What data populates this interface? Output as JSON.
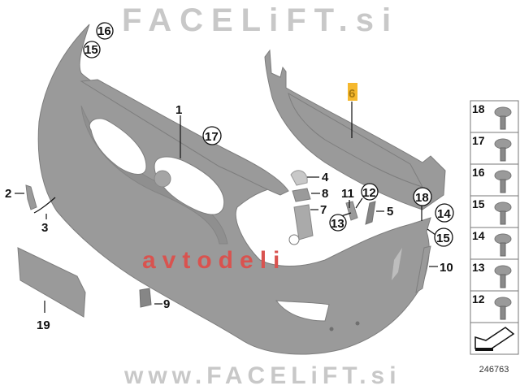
{
  "diagram": {
    "callouts": {
      "c1": "1",
      "c2": "2",
      "c3": "3",
      "c4": "4",
      "c5": "5",
      "c6": "6",
      "c7": "7",
      "c8": "8",
      "c9": "9",
      "c10": "10",
      "c11": "11",
      "c12": "12",
      "c13": "13",
      "c14a": "14",
      "c15a": "15",
      "c15b": "15",
      "c16": "16",
      "c17": "17",
      "c18": "18",
      "c19": "19"
    },
    "highlight_color": "#f5b82e",
    "parts_panel": [
      "18",
      "17",
      "16",
      "15",
      "14",
      "13",
      "12"
    ],
    "diagram_number": "246763"
  },
  "watermarks": {
    "brand": "FACELiFT.si",
    "sub": "avtodeli",
    "url": "www.FACELiFT.si"
  }
}
